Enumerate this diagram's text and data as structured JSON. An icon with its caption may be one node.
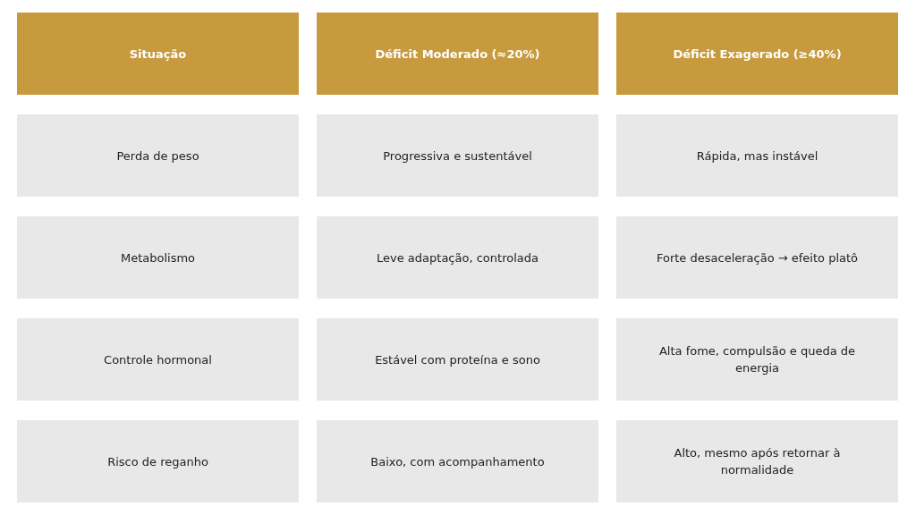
{
  "diagram": {
    "labels": [
      "Situação",
      "Déficit Moderado (≈20%)",
      "Déficit Exagerado (≥40%)",
      "Perda de peso",
      "Progressiva e sustentável",
      "Rápida, mas instável",
      "Metabolismo",
      "Leve adaptação, controlada",
      "Forte desaceleração → efeito platô",
      "Controle hormonal",
      "Estável com proteína e sono",
      "Alta fome, compulsão e queda de energia",
      "Risco de reganho",
      "Baixo, com acompanhamento",
      "Alto, mesmo após retornar à normalidade"
    ]
  }
}
